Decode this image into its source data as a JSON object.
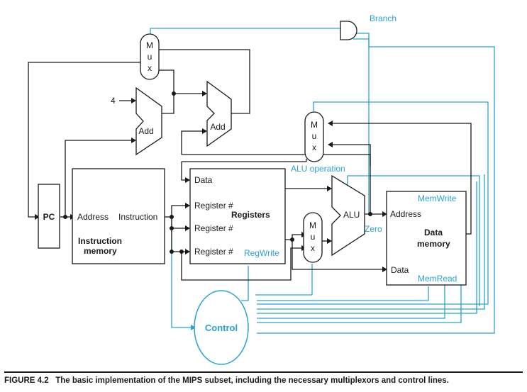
{
  "labels": {
    "pc": "PC",
    "im_address": "Address",
    "im_instruction": "Instruction",
    "im_title_1": "Instruction",
    "im_title_2": "memory",
    "four": "4",
    "add": "Add",
    "mux_letters": [
      "M",
      "u",
      "x"
    ],
    "reg_data": "Data",
    "reg_port": "Register #",
    "registers": "Registers",
    "alu": "ALU",
    "dm_address": "Address",
    "dm_data": "Data",
    "dm_title_1": "Data",
    "dm_title_2": "memory",
    "control": "Control"
  },
  "signals": {
    "branch": "Branch",
    "alu_operation": "ALU operation",
    "zero": "Zero",
    "reg_write": "RegWrite",
    "mem_write": "MemWrite",
    "mem_read": "MemRead"
  },
  "caption": {
    "figure": "FIGURE 4.2",
    "text": "The basic implementation of the MIPS subset, including the necessary multiplexors and control lines."
  },
  "colors": {
    "wire": "#1a1a1a",
    "control": "#2aa4cf"
  }
}
